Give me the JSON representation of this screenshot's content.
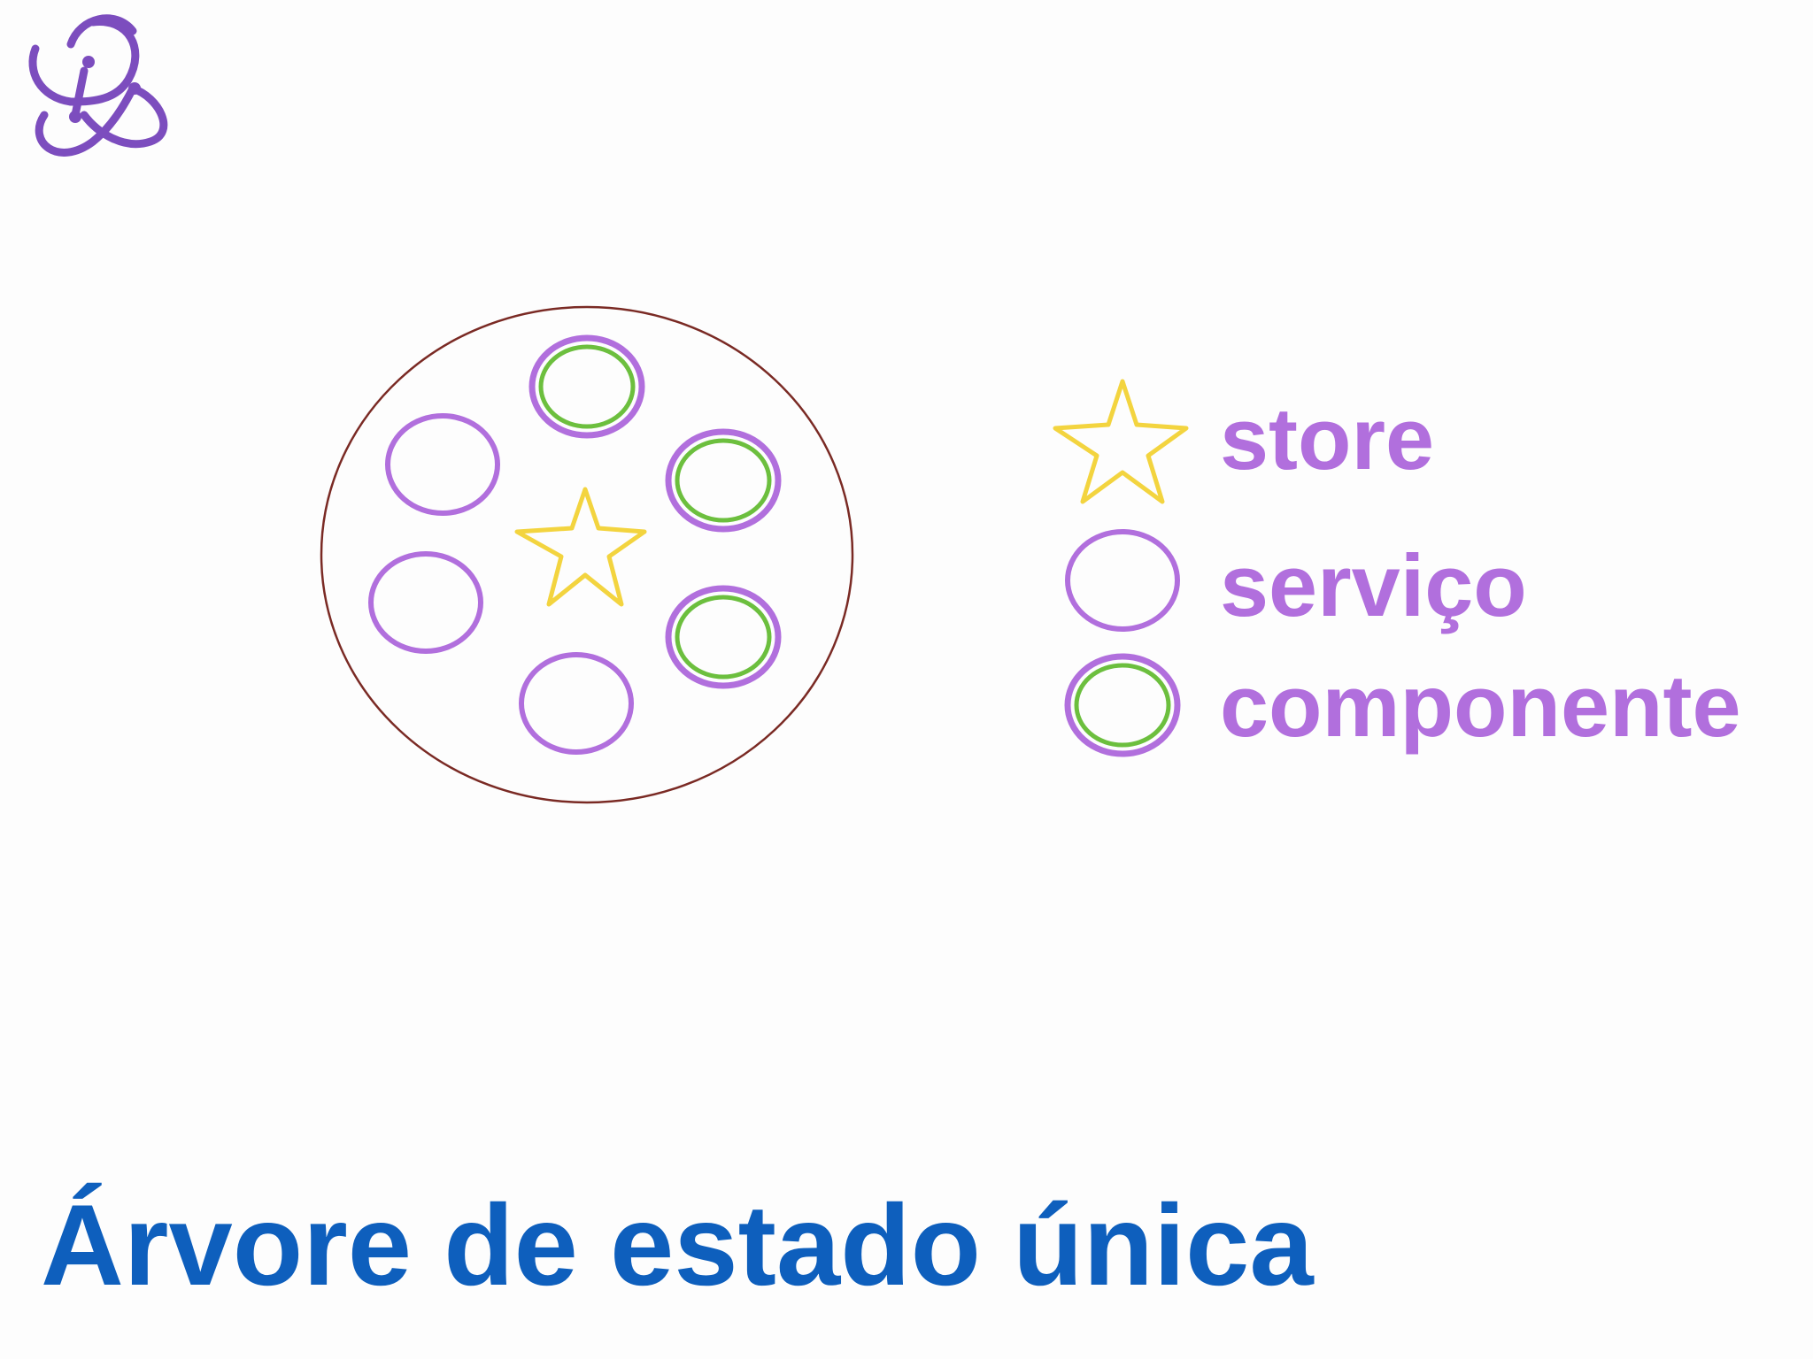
{
  "logo": {
    "name": "redux-logo-icon",
    "color": "#7c4dbe"
  },
  "diagram": {
    "container_color": "#7a2a24",
    "store_color": "#f3d43f",
    "service_color": "#b16fdd",
    "component_outer_color": "#b16fdd",
    "component_inner_color": "#6cbf3e",
    "nodes": [
      {
        "kind": "componente"
      },
      {
        "kind": "servico"
      },
      {
        "kind": "componente"
      },
      {
        "kind": "servico"
      },
      {
        "kind": "componente"
      },
      {
        "kind": "servico"
      },
      {
        "kind": "store"
      }
    ]
  },
  "legend": {
    "store": "store",
    "servico": "serviço",
    "componente": "componente"
  },
  "title": "Árvore de estado única"
}
